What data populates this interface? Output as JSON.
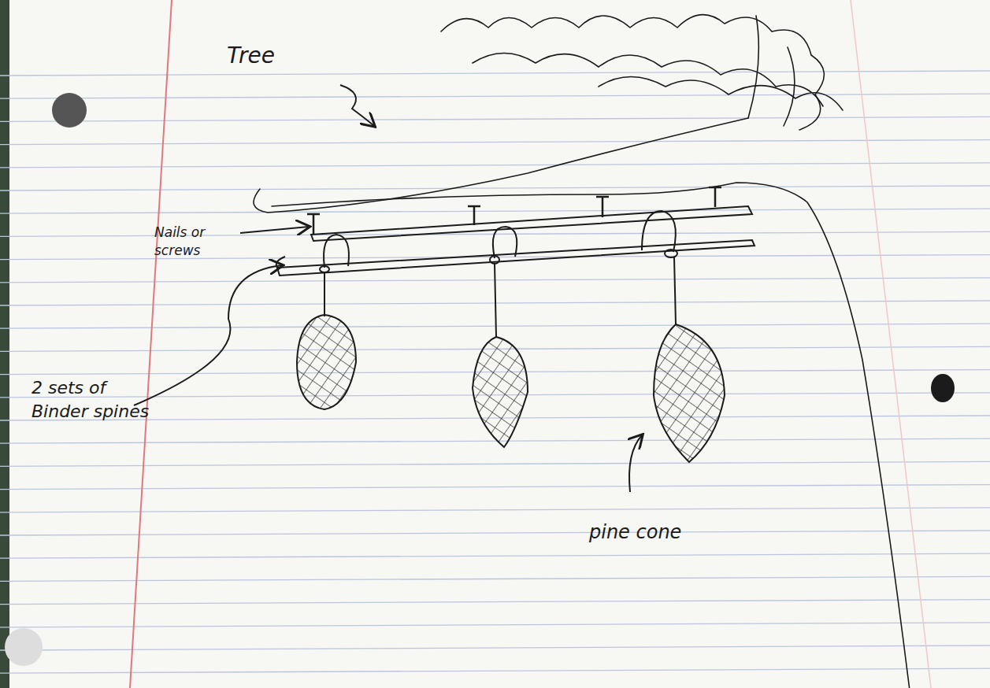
{
  "diagram": {
    "labels": [
      "Tree",
      "Nails or screws",
      "2 sets of Binder spines",
      "pine cone"
    ]
  }
}
